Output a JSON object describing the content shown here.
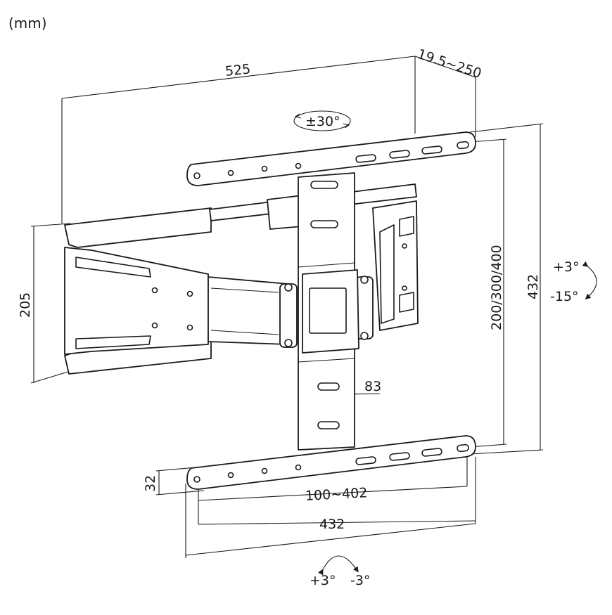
{
  "unit_label": "(mm)",
  "dimensions": {
    "depth": "19.5~250",
    "arm_width": "525",
    "wall_plate_height": "205",
    "vesa_vertical": "200/300/400",
    "overall_height": "432",
    "vertical_strip": "83",
    "rail_height": "32",
    "vesa_horizontal": "100~402",
    "rail_width": "432"
  },
  "adjustments": {
    "swivel": "±30°",
    "tilt_up": "+3°",
    "tilt_down": "-15°",
    "rotate_left": "+3°",
    "rotate_right": "-3°"
  }
}
